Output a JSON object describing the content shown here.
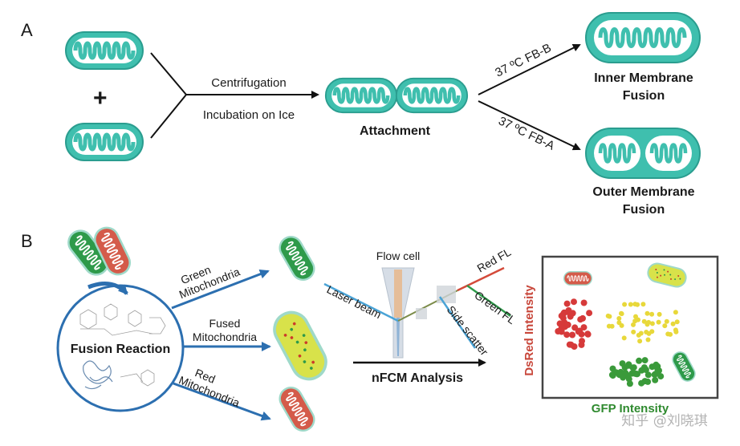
{
  "panel_a": {
    "letter": "A",
    "plus": "+",
    "step1_top": "Centrifugation",
    "step1_bottom": "Incubation on Ice",
    "attachment": "Attachment",
    "branch_top": "37 ºC FB-B",
    "branch_bottom": "37 ºC FB-A",
    "inner_line1": "Inner Membrane",
    "inner_line2": "Fusion",
    "outer_line1": "Outer Membrane",
    "outer_line2": "Fusion"
  },
  "panel_b": {
    "letter": "B",
    "fusion_reaction": "Fusion Reaction",
    "green_line1": "Green",
    "green_line2": "Mitochondria",
    "fused_line1": "Fused",
    "fused_line2": "Mitochondria",
    "red_line1": "Red",
    "red_line2": "Mitochondria",
    "flow_cell": "Flow cell",
    "laser_beam": "Laser beam",
    "red_fl": "Red FL",
    "green_fl": "Green FL",
    "side_scatter": "Side scatter",
    "nfcm": "nFCM Analysis",
    "y_axis": "DsRed Intensity",
    "x_axis": "GFP Intensity"
  },
  "watermark": "知乎 @刘晓琪",
  "colors": {
    "mito_teal": "#3fbfae",
    "mito_outline": "#2a9d8f",
    "green_mito": "#2e9a4a",
    "red_mito": "#d45b4a",
    "arrow_blue": "#2c6fb0",
    "dot_red": "#d63a3a",
    "dot_yellow": "#e8d83a",
    "dot_green": "#3a9a3a",
    "ylabel_red": "#c8463a",
    "xlabel_green": "#2f8a2f"
  }
}
